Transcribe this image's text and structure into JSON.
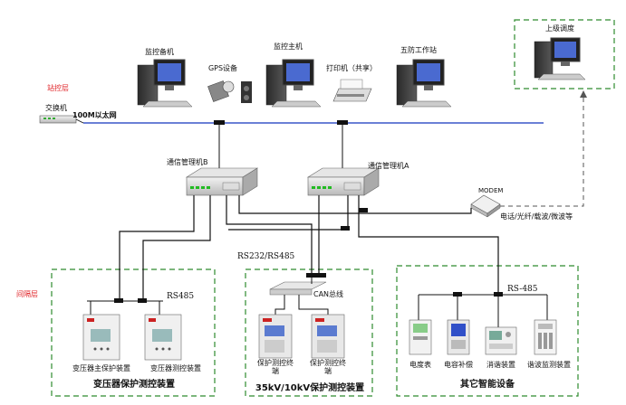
{
  "colors": {
    "ethernet": "#3a56c8",
    "wire": "#111111",
    "zone_border": "#2e8b2e",
    "layer_label": "#e0262a",
    "dashed_link": "#555555"
  },
  "layers": {
    "station": "站控层",
    "bay": "间隔层"
  },
  "network": {
    "switch": "交换机",
    "ethernet": "100M以太网",
    "serial_bus": "RS232/RS485",
    "can_bus": "CAN总线",
    "rs485_left": "RS485",
    "rs485_right": "RS-485",
    "comm_media": "电话/光纤/载波/微波等"
  },
  "station_devices": {
    "backup_monitor": "监控备机",
    "gps": "GPS设备",
    "main_monitor": "监控主机",
    "printer": "打印机（共享）",
    "five_prevention": "五防工作站",
    "upper_dispatch": "上级调度"
  },
  "comm_units": {
    "manager_b": "通信管理机B",
    "manager_a": "通信管理机A",
    "modem": "MODEM"
  },
  "bay_transformer": {
    "title": "变压器保护测控装置",
    "main_protection": "变压器主保护装置",
    "measure_control": "变压器测控装置"
  },
  "bay_35kv": {
    "title": "35kV/10kV保护测控装置",
    "terminal_1": "保护测控终端",
    "terminal_2": "保护测控终端"
  },
  "bay_other": {
    "title": "其它智能设备",
    "energy_meter": "电度表",
    "capacitor": "电容补偿",
    "harmonic_device": "消谐装置",
    "harmonic_monitor": "谐波监测装置"
  }
}
